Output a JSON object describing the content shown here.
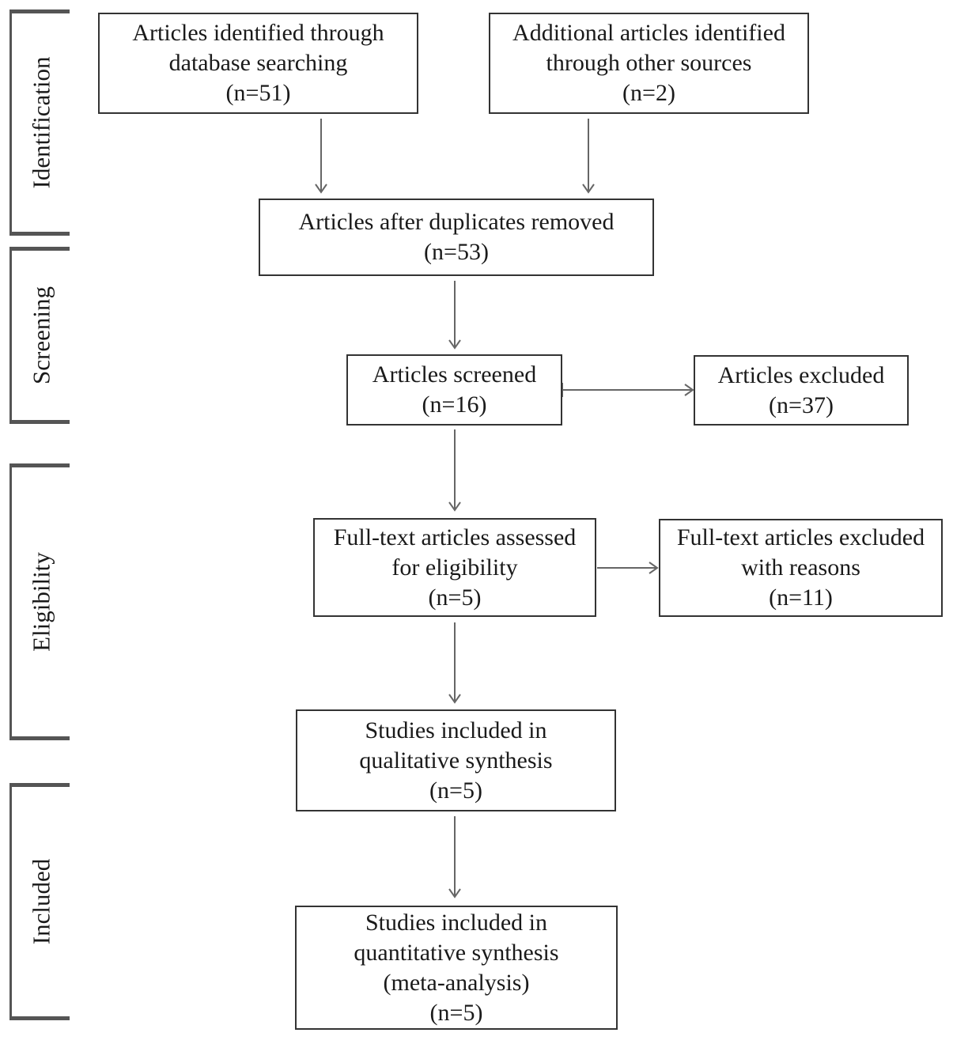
{
  "stages": [
    {
      "id": "identification",
      "label": "Identification"
    },
    {
      "id": "screening",
      "label": "Screening"
    },
    {
      "id": "eligibility",
      "label": "Eligibility"
    },
    {
      "id": "included",
      "label": "Included"
    }
  ],
  "boxes": {
    "database_search": {
      "lines": [
        "Articles identified through",
        "database searching",
        "(n=51)"
      ]
    },
    "other_sources": {
      "lines": [
        "Additional articles identified",
        "through other sources",
        "(n=2)"
      ]
    },
    "duplicates_removed": {
      "lines": [
        "Articles after duplicates removed",
        "(n=53)"
      ]
    },
    "screened": {
      "lines": [
        "Articles  screened",
        "(n=16)"
      ]
    },
    "excluded": {
      "lines": [
        "Articles excluded",
        "(n=37)"
      ]
    },
    "fulltext_assessed": {
      "lines": [
        "Full-text articles assessed",
        "for eligibility",
        "(n=5)"
      ]
    },
    "fulltext_excluded": {
      "lines": [
        "Full-text articles excluded",
        "with reasons",
        "(n=11)"
      ]
    },
    "qualitative": {
      "lines": [
        "Studies included in",
        "qualitative synthesis",
        "(n=5)"
      ]
    },
    "quantitative": {
      "lines": [
        "Studies included in",
        "quantitative synthesis",
        "(meta-analysis)",
        "(n=5)"
      ]
    }
  },
  "colors": {
    "box_border": "#333333",
    "stage_border": "#555555",
    "arrow": "#666666",
    "text": "#1a1a1a"
  }
}
